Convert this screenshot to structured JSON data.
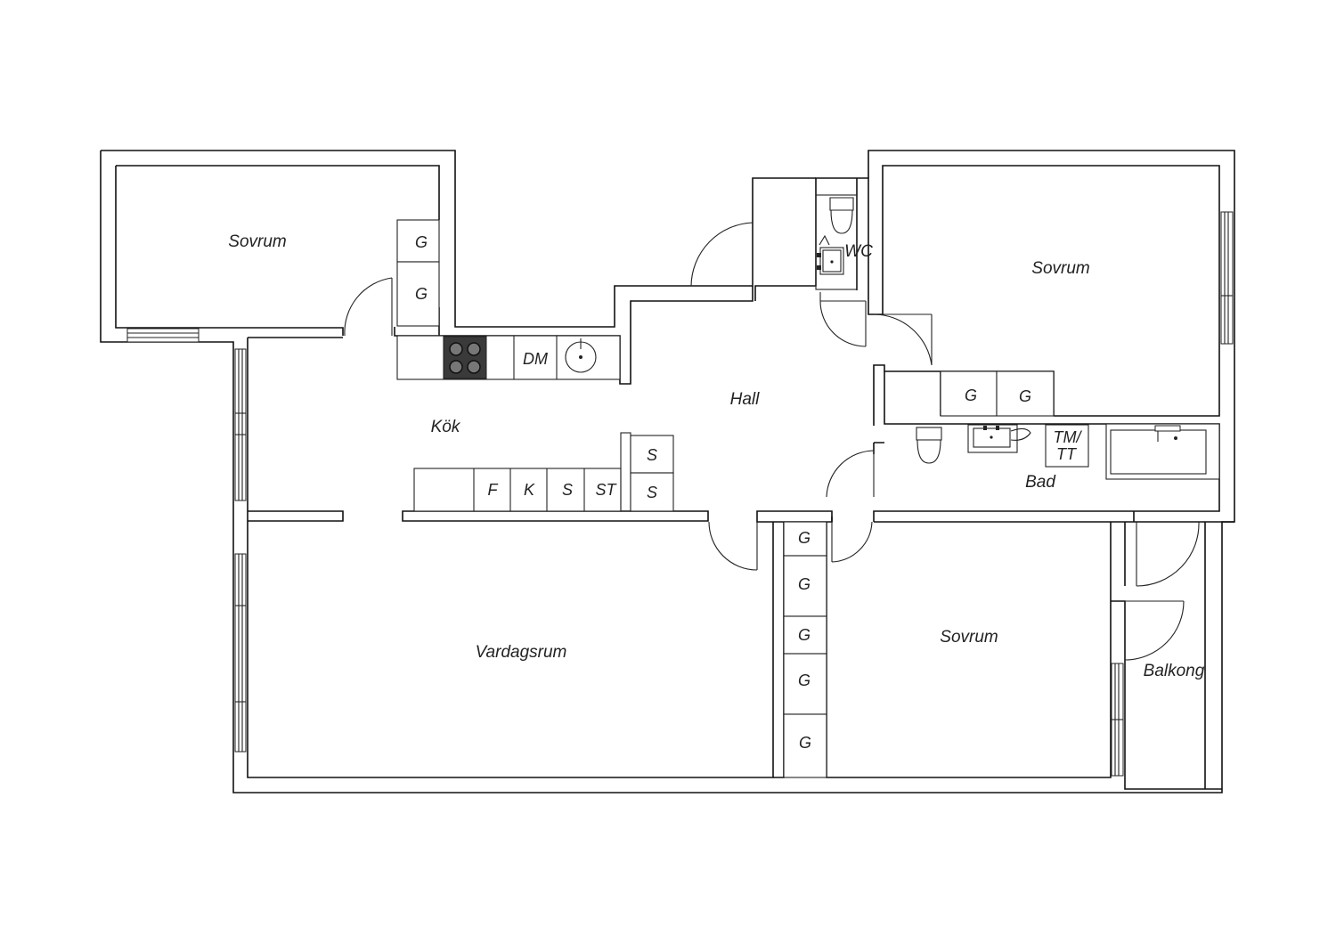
{
  "colors": {
    "wall": "#111111",
    "background": "#ffffff",
    "stove": "#3a3a3a",
    "text": "#222222"
  },
  "rooms": {
    "sovrum_nw": "Sovrum",
    "sovrum_ne": "Sovrum",
    "sovrum_se": "Sovrum",
    "kok": "Kök",
    "hall": "Hall",
    "wc": "WC",
    "bad": "Bad",
    "vardagsrum": "Vardagsrum",
    "balkong": "Balkong"
  },
  "fixtures": {
    "wardrobe": "G",
    "dishwasher": "DM",
    "fridge": "F",
    "freezer": "K",
    "cabinet": "S",
    "storage_top": "ST",
    "laundry_top": "TM/",
    "laundry_bottom": "TT"
  },
  "icons": [
    "stove-icon",
    "sink-icon",
    "toilet-icon",
    "washbasin-icon",
    "bathtub-icon",
    "window-icon",
    "door-swing-icon"
  ]
}
